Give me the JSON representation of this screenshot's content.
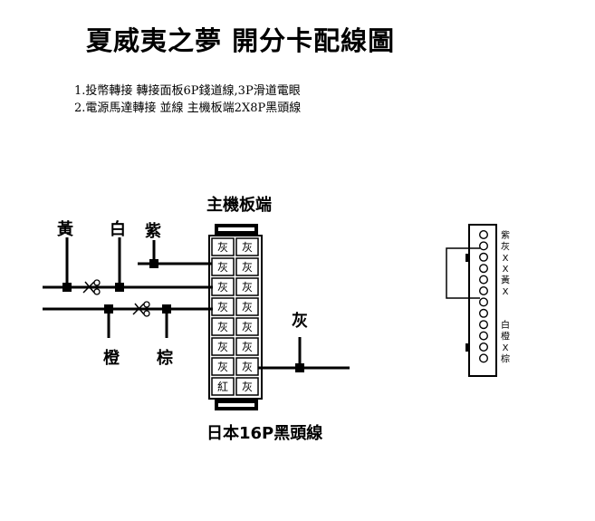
{
  "title": "夏威夷之夢 開分卡配線圖",
  "notes": [
    "1.投幣轉接 轉接面板6P錢道線,3P滑道電眼",
    "2.電源馬達轉接 並線 主機板端2X8P黑頭線"
  ],
  "connector": {
    "top_label": "主機板端",
    "bottom_label": "日本16P黑頭線",
    "pins": [
      [
        "灰",
        "灰"
      ],
      [
        "灰",
        "灰"
      ],
      [
        "灰",
        "灰"
      ],
      [
        "灰",
        "灰"
      ],
      [
        "灰",
        "灰"
      ],
      [
        "灰",
        "灰"
      ],
      [
        "灰",
        "灰"
      ],
      [
        "紅",
        "灰"
      ]
    ]
  },
  "wires": {
    "yellow": "黃",
    "white": "白",
    "purple": "紫",
    "orange": "橙",
    "brown": "棕",
    "gray": "灰"
  },
  "side_connector": {
    "labels": [
      "紫",
      "灰",
      "X",
      "X",
      "黃",
      "X",
      "",
      "",
      "白",
      "橙",
      "X",
      "棕"
    ]
  }
}
